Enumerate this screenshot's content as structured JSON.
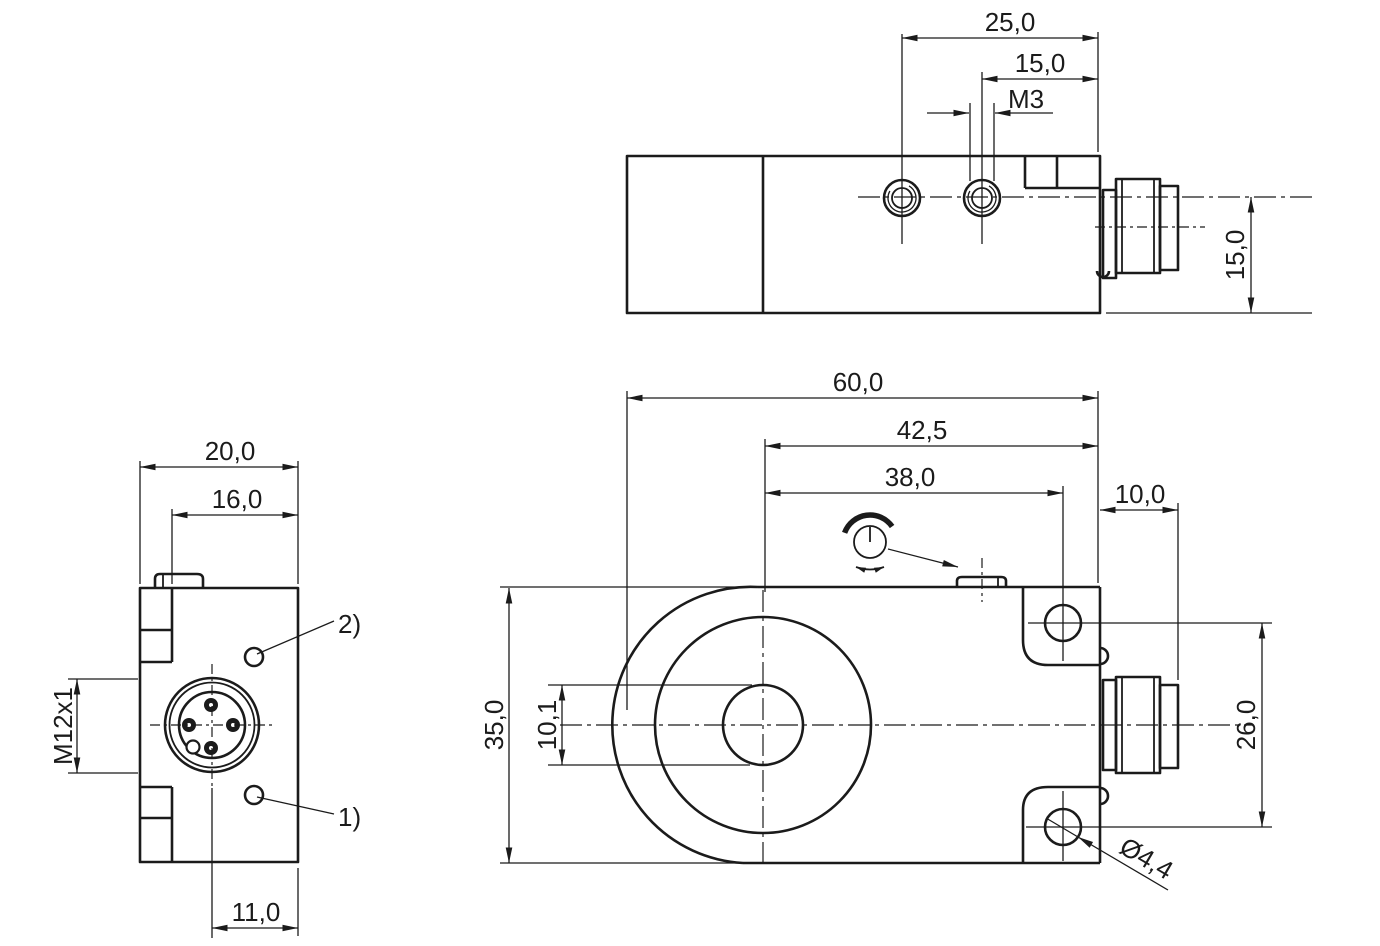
{
  "colors": {
    "ink": "#1b1b1b",
    "paper": "#ffffff"
  },
  "views": {
    "top": {
      "title": "top-view",
      "dims": {
        "w25": "25,0",
        "w15": "15,0",
        "m3": "M3",
        "h15": "15,0"
      }
    },
    "side": {
      "title": "side-end-view",
      "dims": {
        "w20": "20,0",
        "w16": "16,0",
        "m12": "M12x1",
        "w11": "11,0"
      },
      "callouts": {
        "led2": "2)",
        "led1": "1)"
      }
    },
    "front": {
      "title": "front-view",
      "dims": {
        "l60": "60,0",
        "l42": "42,5",
        "l38": "38,0",
        "l10": "10,0",
        "h35": "35,0",
        "bore": "10,1",
        "v26": "26,0",
        "dia": "Ø4,4"
      }
    }
  }
}
